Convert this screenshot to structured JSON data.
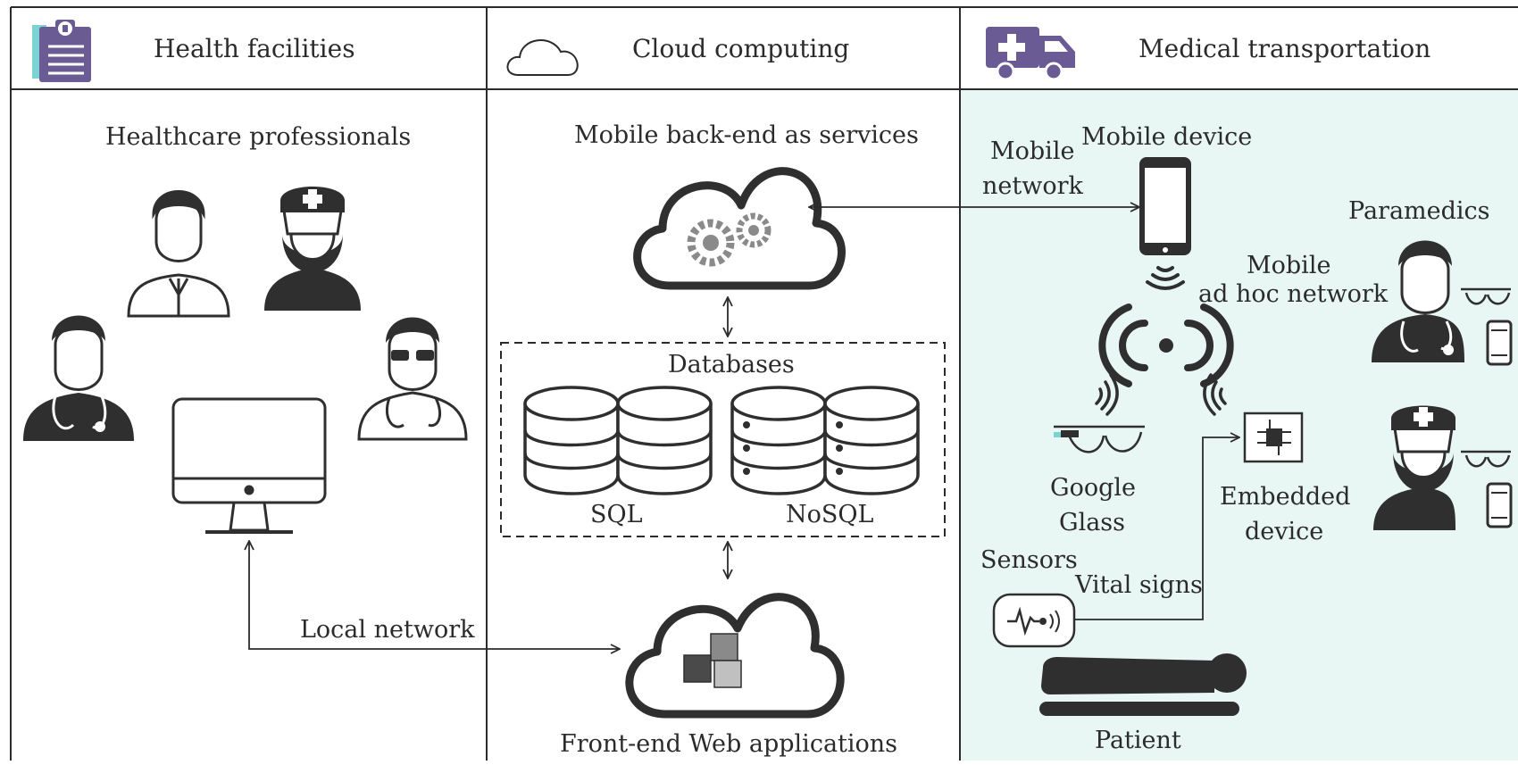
{
  "headers": {
    "health": "Health facilities",
    "cloud": "Cloud computing",
    "transport": "Medical transportation"
  },
  "health": {
    "title": "Healthcare professionals",
    "local_network": "Local network"
  },
  "cloud": {
    "mbaas": "Mobile back-end as services",
    "databases": "Databases",
    "sql": "SQL",
    "nosql": "NoSQL",
    "frontend": "Front-end Web applications"
  },
  "transport": {
    "mobile_network_1": "Mobile",
    "mobile_network_2": "network",
    "mobile_device": "Mobile device",
    "adhoc_1": "Mobile",
    "adhoc_2": "ad hoc network",
    "paramedics": "Paramedics",
    "google_1": "Google",
    "google_2": "Glass",
    "embedded_1": "Embedded",
    "embedded_2": "device",
    "sensors": "Sensors",
    "vital_signs": "Vital signs",
    "patient": "Patient"
  },
  "colors": {
    "line": "#2b2b2b",
    "icon": "#2f2f2f",
    "gear": "#8a8a8a",
    "clipboard": "#6b5b95",
    "ambulance": "#6b5b95",
    "accent_teal": "#7dd3d3",
    "transport_bg": "#e8f6f4"
  }
}
